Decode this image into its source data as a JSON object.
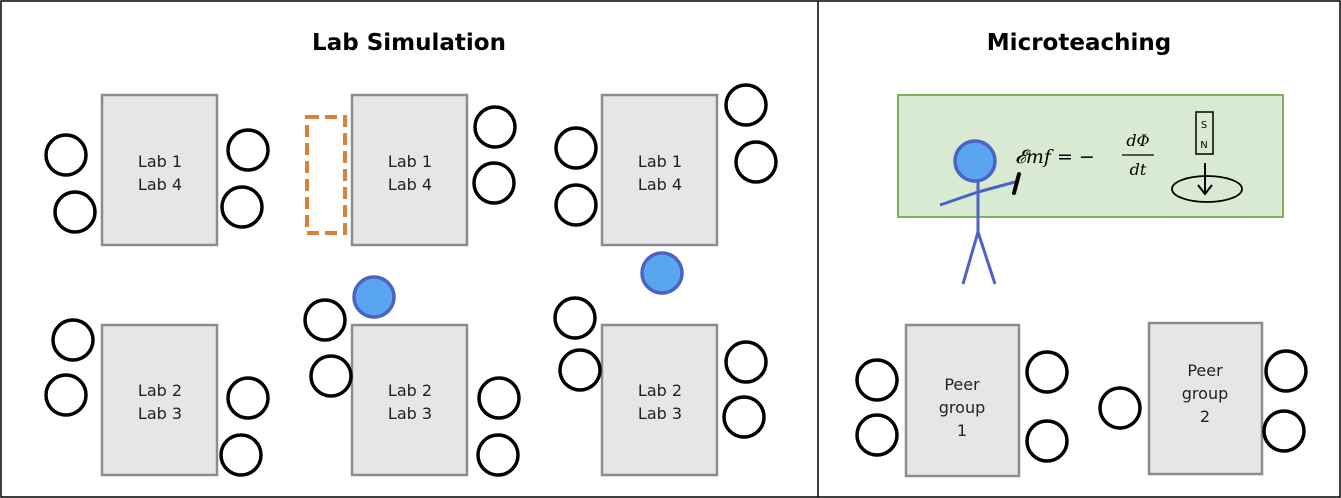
{
  "panels": {
    "lab_simulation": {
      "title": "Lab Simulation",
      "tables": [
        {
          "line1": "Lab 1",
          "line2": "Lab 4"
        },
        {
          "line1": "Lab 1",
          "line2": "Lab 4"
        },
        {
          "line1": "Lab 1",
          "line2": "Lab 4"
        },
        {
          "line1": "Lab 2",
          "line2": "Lab 3"
        },
        {
          "line1": "Lab 2",
          "line2": "Lab 3"
        },
        {
          "line1": "Lab 2",
          "line2": "Lab 3"
        }
      ]
    },
    "microteaching": {
      "title": "Microteaching",
      "equation": {
        "lhs": "𝓔mf = −",
        "numerator": "dΦ",
        "denominator": "dt"
      },
      "magnet": {
        "pole_top": "S",
        "pole_bottom": "N"
      },
      "tables": [
        {
          "line1": "Peer",
          "line2": "group",
          "line3": "1"
        },
        {
          "line1": "Peer",
          "line2": "group",
          "line3": "2"
        }
      ]
    }
  },
  "colors": {
    "table_fill": "#e6e6e6",
    "table_stroke": "#8c8c8c",
    "instructor_fill": "#5aa5f0",
    "instructor_stroke": "#4a63c4",
    "board_fill": "#d9ead3",
    "board_stroke": "#7fb157",
    "dashed_table": "#d9823b"
  }
}
